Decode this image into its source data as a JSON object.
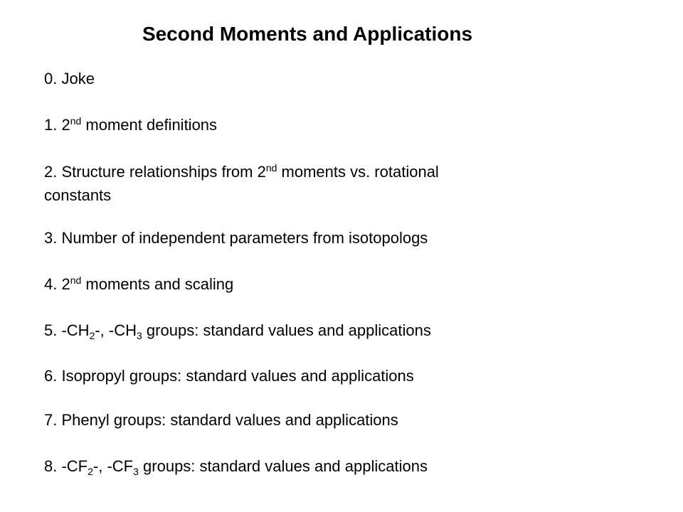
{
  "title": "Second Moments and Applications",
  "items": {
    "i0": {
      "text": "0.  Joke"
    },
    "i1": {
      "a": "1.  2",
      "sup": "nd",
      "b": " moment definitions"
    },
    "i2": {
      "a": "2.  Structure relationships from 2",
      "sup": "nd",
      "b": " moments vs. rotational",
      "line2": "constants"
    },
    "i3": {
      "text": "3.  Number of independent parameters from isotopologs"
    },
    "i4": {
      "a": "4.  2",
      "sup": "nd",
      "b": " moments and scaling"
    },
    "i5": {
      "a": "5. -CH",
      "sub1": "2",
      "b": "-, -CH",
      "sub2": "3",
      "c": " groups:  standard values and applications"
    },
    "i6": {
      "text": "6.  Isopropyl groups:  standard values and applications"
    },
    "i7": {
      "text": "7.  Phenyl groups: standard values and applications"
    },
    "i8": {
      "a": "8. -CF",
      "sub1": "2",
      "b": "-, -CF",
      "sub2": "3",
      "c": " groups: standard values and applications"
    }
  }
}
